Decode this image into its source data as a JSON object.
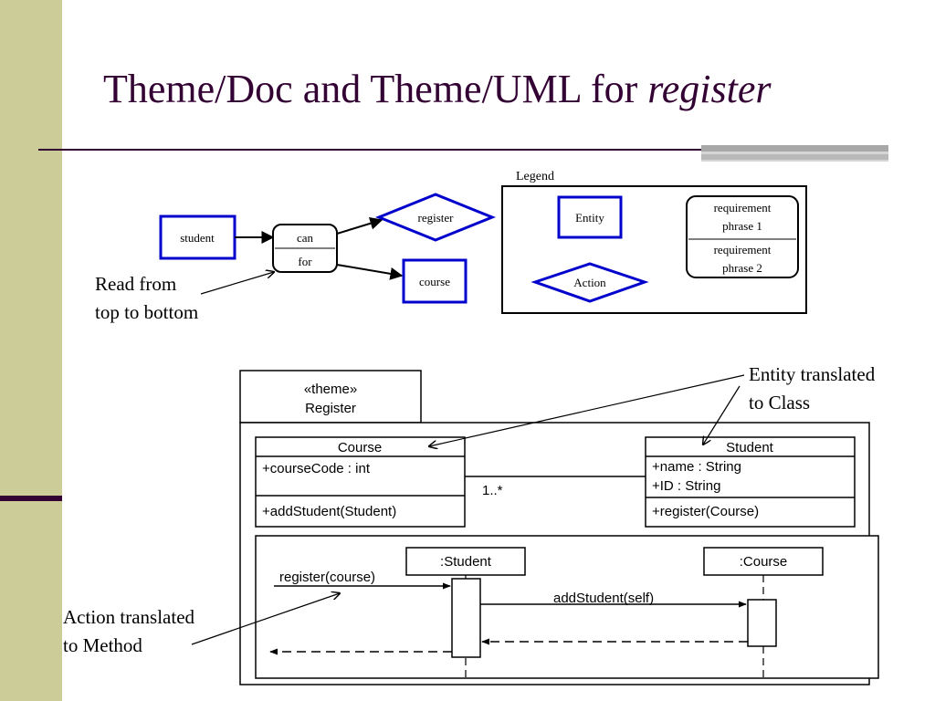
{
  "title": {
    "main": "Theme/Doc and Theme/UML for ",
    "emphasis": "register"
  },
  "notes": {
    "read_order": [
      "Read from",
      "top to bottom"
    ],
    "entity": [
      "Entity translated",
      "to Class"
    ],
    "action": [
      "Action translated",
      "to Method"
    ]
  },
  "theme_doc": {
    "student": "student",
    "requirement": [
      "can",
      "for"
    ],
    "register": "register",
    "course": "course",
    "legend": {
      "title": "Legend",
      "entity": "Entity",
      "action": "Action",
      "phrase1": [
        "requirement",
        "phrase 1"
      ],
      "phrase2": [
        "requirement",
        "phrase 2"
      ]
    }
  },
  "theme_uml": {
    "stereotype": "«theme»",
    "name": "Register",
    "course_class": {
      "name": "Course",
      "attributes": [
        "+courseCode : int"
      ],
      "methods": [
        "+addStudent(Student)"
      ]
    },
    "student_class": {
      "name": "Student",
      "attributes": [
        "+name : String",
        "+ID : String"
      ],
      "methods": [
        "+register(Course)"
      ]
    },
    "multiplicity": "1..*",
    "sequence": {
      "student_lifeline": ":Student",
      "course_lifeline": ":Course",
      "message_in": "register(course)",
      "message_out": "addStudent(self)"
    }
  },
  "colors": {
    "sidebar": "#cccc99",
    "title": "#330033",
    "blue": "#0000cc"
  }
}
